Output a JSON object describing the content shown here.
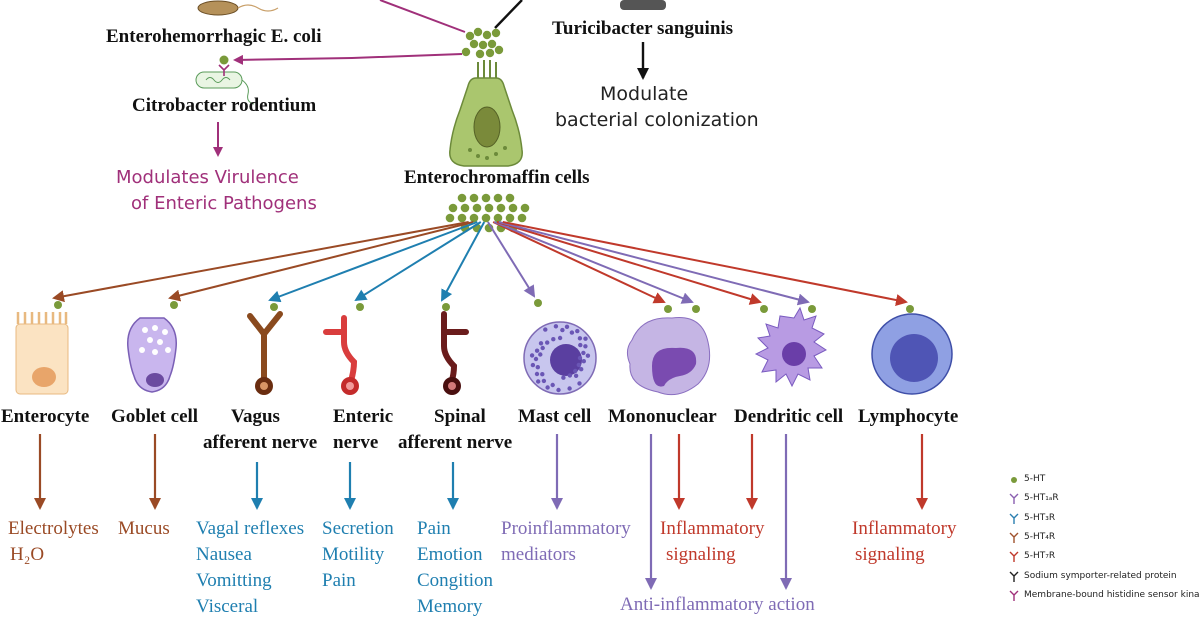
{
  "top": {
    "bacteria": {
      "ehec": "Enterohemorrhagic E. coli",
      "citrobacter": "Citrobacter rodentium",
      "turicibacter": "Turicibacter sanguinis"
    },
    "modulate_line1": "Modulate",
    "modulate_line2": "bacterial  colonization",
    "virulence_line1": "Modulates Virulence",
    "virulence_line2": "of Enteric Pathogens",
    "ec_cells": "Enterochromaffin cells"
  },
  "cells": [
    {
      "name": [
        "Enterocyte"
      ],
      "effects": [
        "Electrolytes",
        "H₂O"
      ],
      "color": "#9a4a25"
    },
    {
      "name": [
        "Goblet cell"
      ],
      "effects": [
        "Mucus"
      ],
      "color": "#9a4a25"
    },
    {
      "name": [
        "Vagus",
        "afferent nerve"
      ],
      "effects": [
        "Vagal reflexes",
        "Nausea",
        "Vomitting",
        "Visceral"
      ],
      "color": "#1f7fb0"
    },
    {
      "name": [
        "Enteric",
        "nerve"
      ],
      "effects": [
        "Secretion",
        "Motility",
        "Pain"
      ],
      "color": "#1f7fb0"
    },
    {
      "name": [
        "Spinal",
        "afferent nerve"
      ],
      "effects": [
        "Pain",
        "Emotion",
        "Congition",
        "Memory"
      ],
      "color": "#1f7fb0"
    },
    {
      "name": [
        "Mast cell"
      ],
      "effects": [
        "Proinflammatory",
        "mediators"
      ],
      "color": "#7f6bb5"
    },
    {
      "name": [
        "Mononuclear"
      ],
      "effects": [
        "Inflammatory",
        "signaling"
      ],
      "color": "#c0392b"
    },
    {
      "name": [
        "Dendritic cell"
      ],
      "effects": [],
      "color": "#c0392b"
    },
    {
      "name": [
        "Lymphocyte"
      ],
      "effects": [
        "Inflammatory",
        "signaling"
      ],
      "color": "#c0392b"
    }
  ],
  "anti_inflammatory": "Anti-inflammatory action",
  "legend": [
    {
      "label": "5-HT",
      "icon": "serotonin-dot-icon",
      "color": "#7a9a3a"
    },
    {
      "label": "5-HT₁ₐR",
      "icon": "receptor-icon",
      "color": "#8a5fb0"
    },
    {
      "label": "5-HT₃R",
      "icon": "receptor-icon",
      "color": "#2b7fb0"
    },
    {
      "label": "5-HT₄R",
      "icon": "receptor-icon",
      "color": "#a0522d"
    },
    {
      "label": "5-HT₇R",
      "icon": "receptor-icon",
      "color": "#c0392b"
    },
    {
      "label": "Sodium symporter-related protein",
      "icon": "receptor-icon",
      "color": "#222222"
    },
    {
      "label": "Membrane-bound histidine sensor kinase",
      "icon": "receptor-icon",
      "color": "#a0307a"
    }
  ],
  "colors": {
    "magenta": "#a0307a",
    "brown": "#9a4a25",
    "blue": "#1f7fb0",
    "purple": "#7f6bb5",
    "red": "#c0392b",
    "serotonin": "#7a9a3a"
  }
}
